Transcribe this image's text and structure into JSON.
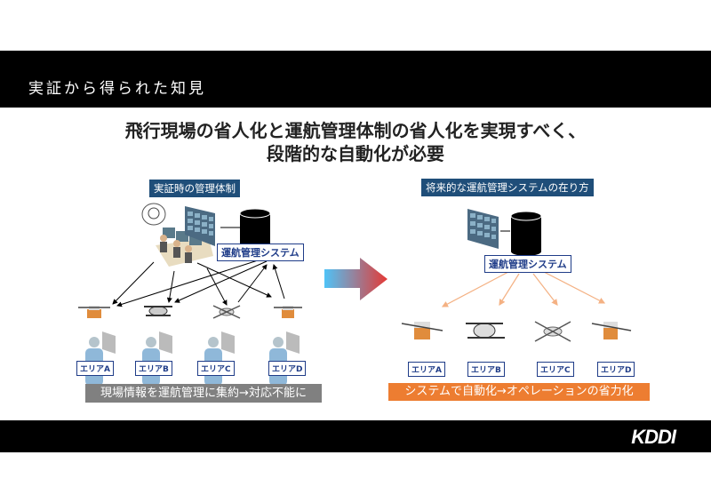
{
  "header": {
    "title": "実証から得られた知見"
  },
  "main_title": {
    "line1": "飛行現場の省人化と運航管理体制の省人化を実現すべく、",
    "line2": "段階的な自動化が必要"
  },
  "left": {
    "label": "実証時の管理体制",
    "system_label": "運航管理システム",
    "areas": [
      "エリアA",
      "エリアB",
      "エリアC",
      "エリアD"
    ],
    "caption": "現場情報を運航管理に集約→対応不能に"
  },
  "right": {
    "label": "将来的な運航管理システムの在り方",
    "system_label": "運航管理システム",
    "areas": [
      "エリアA",
      "エリアB",
      "エリアC",
      "エリアD"
    ],
    "caption": "システムで自動化→オペレーションの省力化"
  },
  "colors": {
    "section_label_bg": "#1f4e79",
    "caption_gray": "#808080",
    "caption_orange": "#ed7d31",
    "arrow_start": "#4fc3f7",
    "arrow_end": "#e53935",
    "connector_orange": "#f4b183"
  },
  "footer": {
    "logo": "KDDI"
  }
}
